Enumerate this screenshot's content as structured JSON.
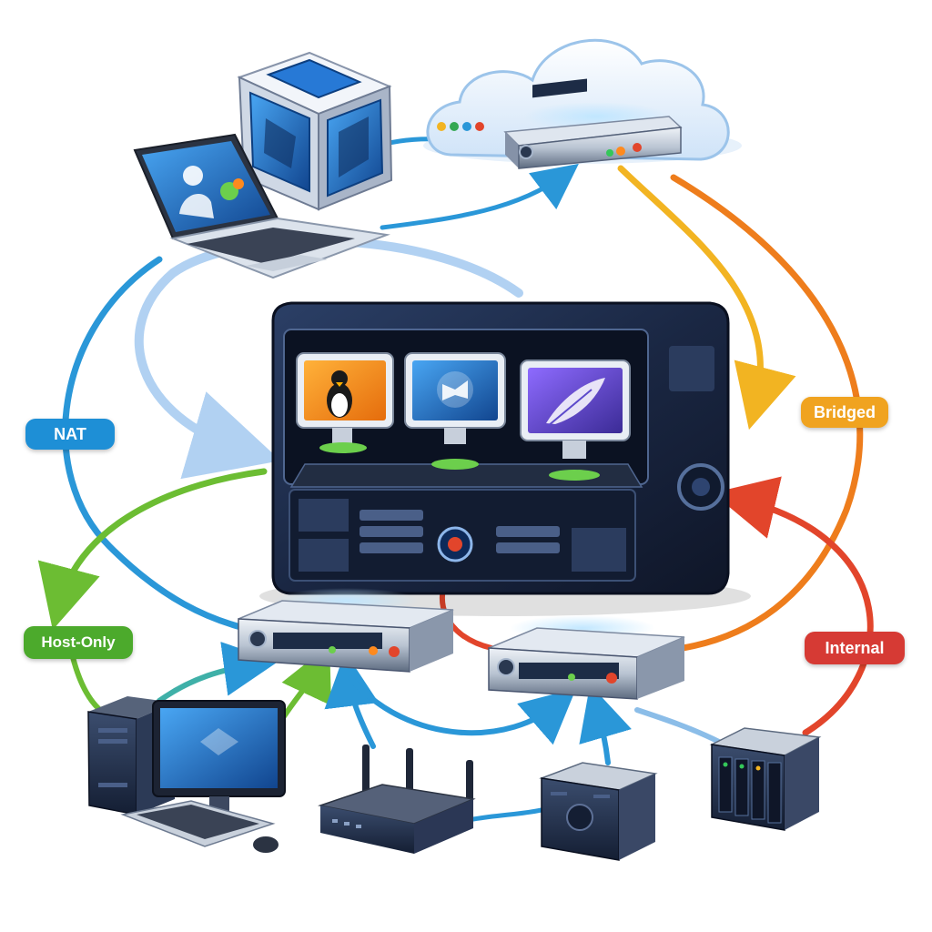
{
  "network_modes": {
    "nat": {
      "label": "NAT",
      "color": "#1e8fd6"
    },
    "host_only": {
      "label": "Host-Only",
      "color": "#4caa2c"
    },
    "bridged": {
      "label": "Bridged",
      "color": "#f0a320"
    },
    "internal": {
      "label": "Internal",
      "color": "#d63a34"
    }
  },
  "colors": {
    "nat_line": "#2a97d8",
    "nat_light_line": "#a9cdf1",
    "host_line": "#6cbd33",
    "bridged_line": "#f2b422",
    "bridged_orange_line": "#ee7d1c",
    "internal_line": "#e2452b",
    "device_dark": "#1d2c46",
    "screen_blue": "#1f6fc4"
  },
  "icons": [
    "virtual-machine-cube-icon",
    "cloud-icon",
    "hypervisor-host-icon",
    "linux-penguin-icon",
    "windows-logo-icon",
    "feather-logo-icon",
    "network-switch-icon",
    "wifi-router-icon",
    "desktop-computer-icon",
    "server-box-icon",
    "nas-storage-icon",
    "laptop-icon"
  ]
}
